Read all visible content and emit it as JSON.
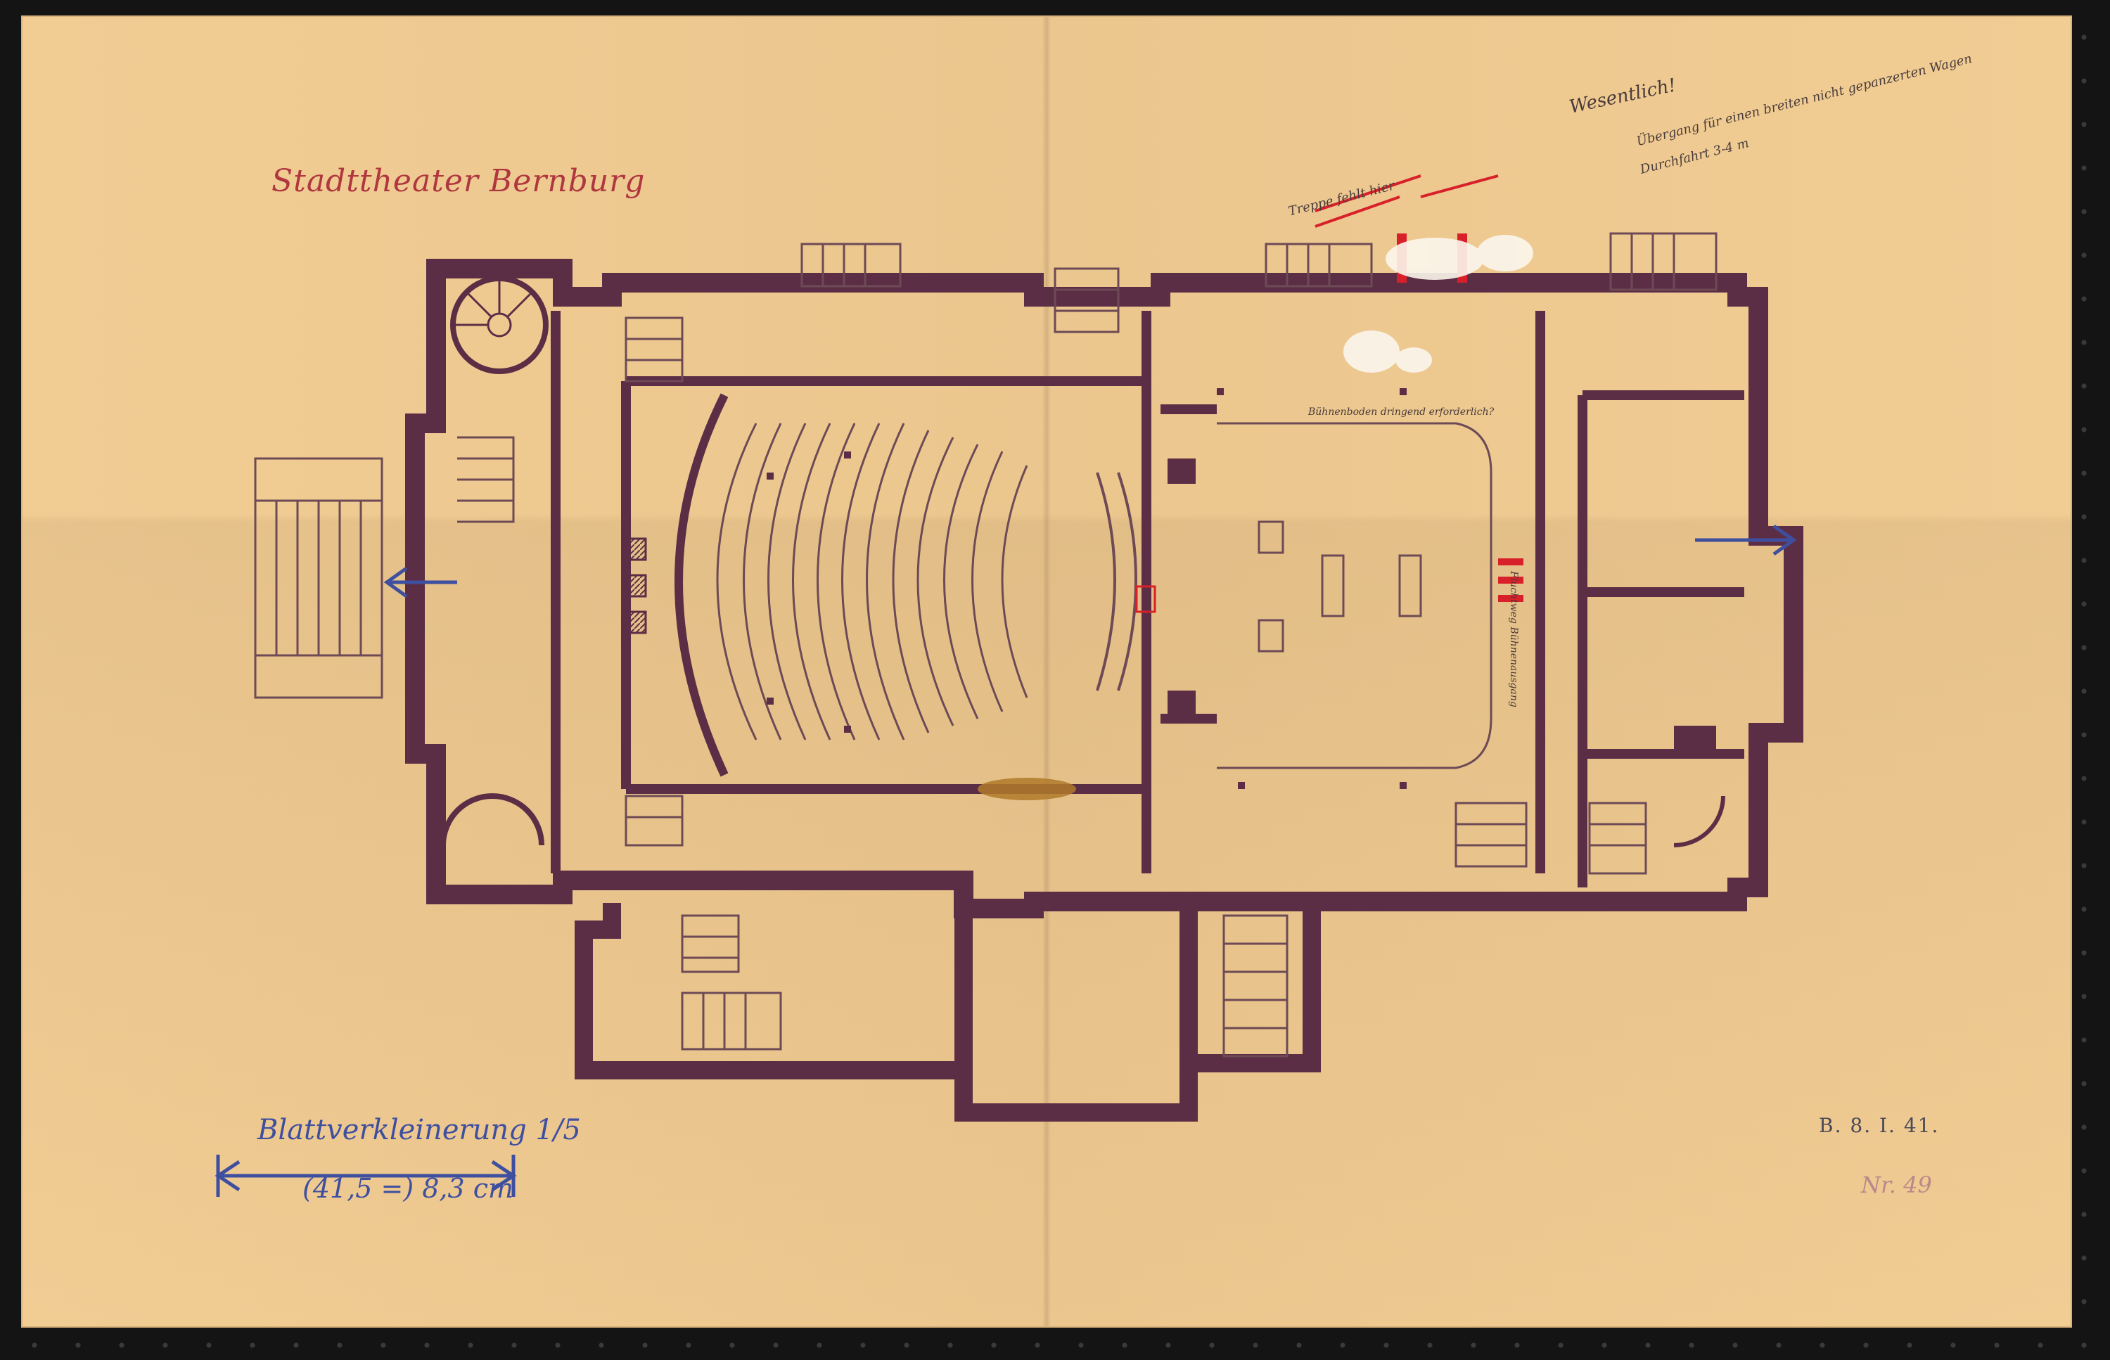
{
  "drawing": {
    "title": "Stadttheater Bernburg",
    "scale_label": "Blattverkleinerung 1/5",
    "scale_value": "(41,5 =) 8,3 cm",
    "date_stamp": "B. 8. I. 41.",
    "sheet_number": "Nr. 49"
  },
  "annotations": {
    "top_note_1": "Wesentlich!",
    "top_note_2": "Treppe fehlt hier",
    "top_note_3": "Übergang für einen breiten nicht gepanzerten Wagen",
    "top_note_4": "Durchfahrt 3-4 m",
    "middle_note": "Bühnenboden dringend erforderlich?",
    "side_note": "Fluchtweg Bühnenausgang"
  },
  "colors": {
    "paper": "#f1cd94",
    "wall": "#5c2e45",
    "line": "#6d4a55",
    "red_mark": "#d8202a",
    "blue_ink": "#3f4fa0",
    "stain": "#b07a2a"
  }
}
